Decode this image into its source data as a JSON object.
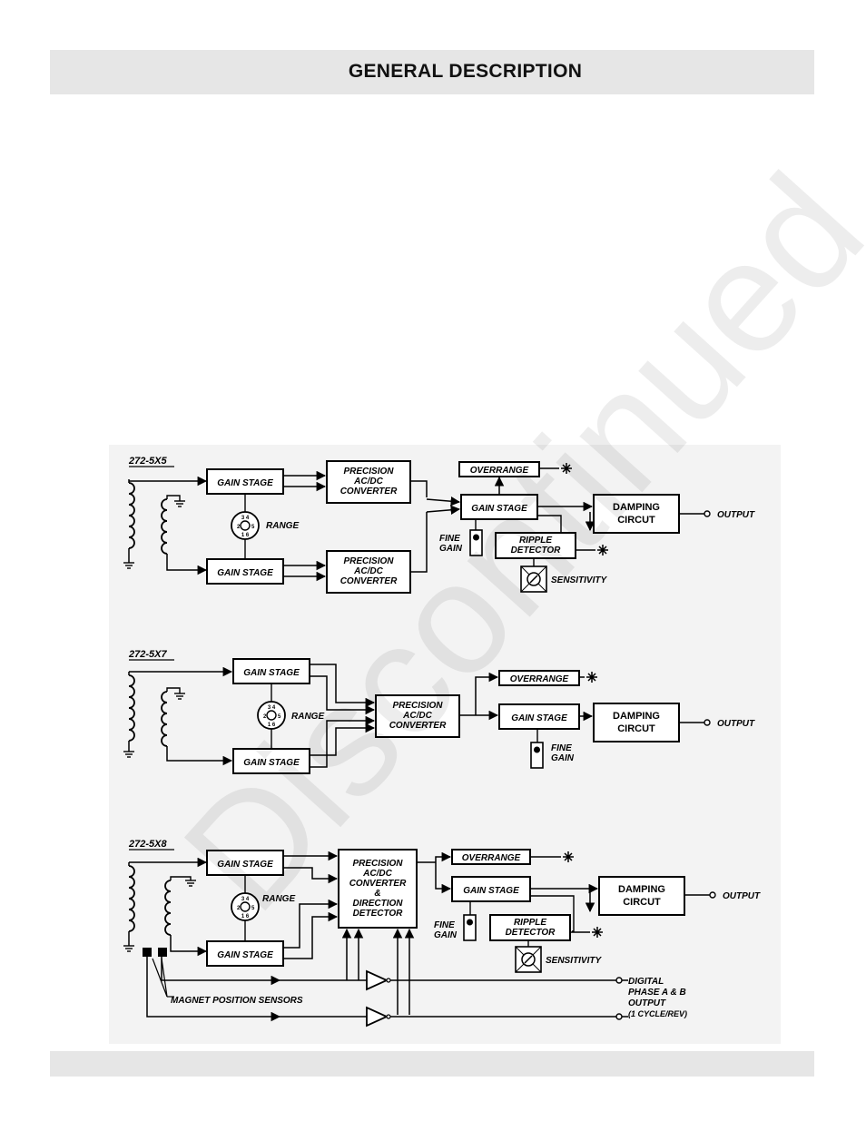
{
  "header": {
    "title": "GENERAL DESCRIPTION"
  },
  "watermark": {
    "text": "Discontinued"
  },
  "labels": {
    "gain_stage": "GAIN STAGE",
    "precision": "PRECISION",
    "acdc": "AC/DC",
    "converter": "CONVERTER",
    "amp": "&",
    "direction": "DIRECTION",
    "detector": "DETECTOR",
    "overrange": "OVERRANGE",
    "damping": "DAMPING",
    "circuit": "CIRCUT",
    "output": "OUTPUT",
    "fine": "FINE",
    "gain": "GAIN",
    "ripple": "RIPPLE",
    "sensitivity": "SENSITIVITY",
    "range": "RANGE",
    "switch_digits": "2 3 4 5 6 1",
    "magnet_sensors": "MAGNET POSITION SENSORS",
    "digital": "DIGITAL",
    "phase": "PHASE A & B",
    "output2": "OUTPUT",
    "cycle_rev": "(1 CYCLE/REV)"
  },
  "diagrams": [
    {
      "model": "272-5X5"
    },
    {
      "model": "272-5X7"
    },
    {
      "model": "272-5X8"
    }
  ]
}
